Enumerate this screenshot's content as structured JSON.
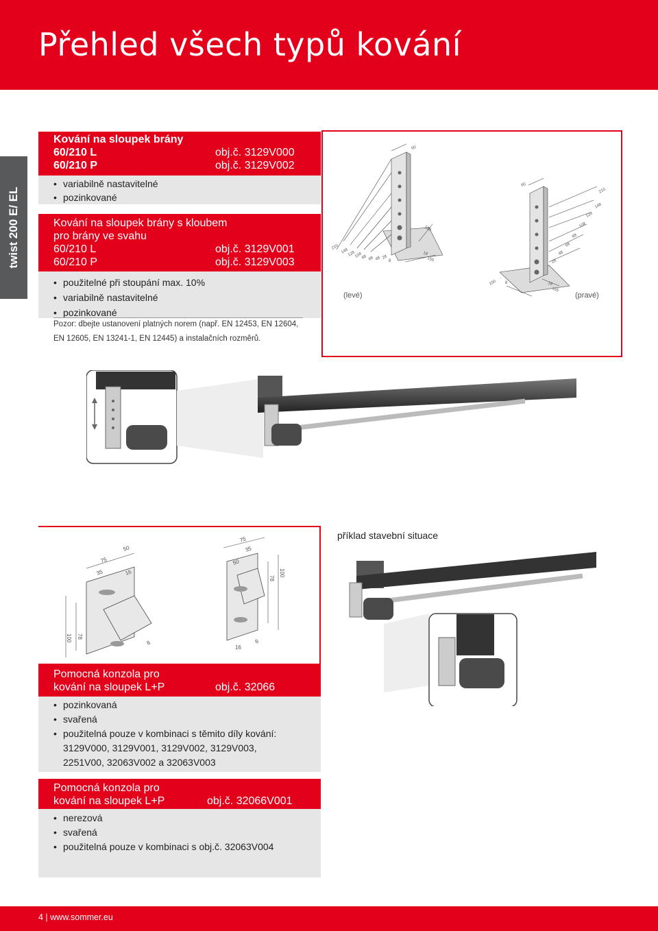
{
  "header": {
    "title": "Přehled všech typů kování"
  },
  "side_tab": {
    "label": "twist 200 E/ EL"
  },
  "block1": {
    "title": "Kování na sloupek brány",
    "line1_model": "60/210 L",
    "line1_ref": "obj.č. 3129V000",
    "line2_model": "60/210 P",
    "line2_ref": "obj.č. 3129V002",
    "bullets": [
      "variabilně nastavitelné",
      "pozinkované"
    ]
  },
  "block2": {
    "title_line1": "Kování na sloupek brány s kloubem",
    "title_line2": "pro brány ve svahu",
    "line1_model": "60/210 L",
    "line1_ref": "obj.č. 3129V001",
    "line2_model": "60/210 P",
    "line2_ref": "obj.č. 3129V003",
    "bullets": [
      "použitelné při stoupání max. 10%",
      "variabilně nastavitelné",
      "pozinkované"
    ],
    "note_line1": "Pozor: dbejte ustanovení platných norem (např. EN 12453, EN 12604,",
    "note_line2": "EN 12605, EN 13241-1, EN 12445) a instalačních rozměrů."
  },
  "drawing1": {
    "left_label": "(levé)",
    "right_label": "(pravé)",
    "dims_left": [
      "60",
      "210",
      "148",
      "128",
      "108",
      "88",
      "68",
      "48",
      "28",
      "100",
      "18",
      "155",
      "8"
    ],
    "dims_right": [
      "60",
      "210",
      "148",
      "128",
      "108",
      "88",
      "68",
      "48",
      "28",
      "100",
      "18",
      "155",
      "8"
    ]
  },
  "drawing2": {
    "dims_a": [
      "50",
      "75",
      "35",
      "16",
      "78",
      "100",
      "8"
    ],
    "dims_b": [
      "75",
      "35",
      "50",
      "78",
      "100",
      "16",
      "8"
    ]
  },
  "example": {
    "label": "příklad stavební situace"
  },
  "block3": {
    "title_line1": "Pomocná konzola pro",
    "title_line2": "kování na sloupek L+P",
    "ref": "obj.č. 32066",
    "bullets": [
      "pozinkovaná",
      "svařená",
      "použitelná pouze v kombinaci s těmito díly kování:"
    ],
    "list_line1": "3129V000, 3129V001, 3129V002, 3129V003,",
    "list_line2": "2251V00, 32063V002 a 32063V003"
  },
  "block4": {
    "title_line1": "Pomocná konzola pro",
    "title_line2": "kování na sloupek L+P",
    "ref": "obj.č. 32066V001",
    "bullets": [
      "nerezová",
      "svařená",
      "použitelná pouze v kombinaci s obj.č. 32063V004"
    ]
  },
  "footer": {
    "text": "4  |  www.sommer.eu"
  },
  "colors": {
    "brand_red": "#e2001a",
    "panel_gray": "#e6e6e6",
    "tab_gray": "#58595b"
  }
}
